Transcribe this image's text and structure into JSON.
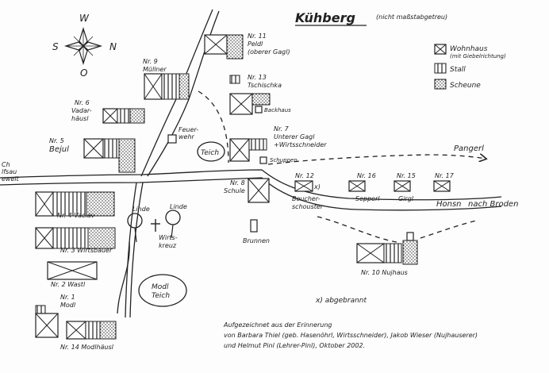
{
  "title": "Kühberg",
  "title_note": "(nicht maßstabgetreu)",
  "compass": {
    "n": "N",
    "s": "S",
    "w": "W",
    "o": "O"
  },
  "legend": {
    "wohnhaus": "Wohnhaus",
    "wohnhaus_note": "(mit Giebelrichtung)",
    "stall": "Stall",
    "scheune": "Scheune"
  },
  "roads": {
    "west_1": "Ch",
    "west_2": "lfsau",
    "west_3": "ewelt",
    "pangerl": "Pangerl",
    "east": "nach Broden"
  },
  "houses": {
    "nr11_a": "Nr. 11",
    "nr11_b": "Peldl",
    "nr11_c": "(oberer Gagl)",
    "nr9_a": "Nr. 9",
    "nr9_b": "Müllner",
    "nr13_a": "Nr. 13",
    "nr13_b": "Tschischka",
    "backhaus": "Backhaus",
    "nr6_a": "Nr. 6",
    "nr6_b": "Vadar-",
    "nr6_c": "häusl",
    "feuerwehr_a": "Feuer-",
    "feuerwehr_b": "wehr",
    "teich": "Teich",
    "nr7_a": "Nr. 7",
    "nr7_b": "Unterer Gagl",
    "nr7_c": "+Wirtsschneider",
    "nr5_a": "Nr. 5",
    "nr5_b": "Bejul",
    "schuppen": "Schuppen",
    "nr8_a": "Nr. 8",
    "nr8_b": "Schule",
    "nr12_a": "Nr. 12",
    "nr12_mark": "x)",
    "nr12_b": "Boucher-",
    "nr12_c": "schouster",
    "nr16_a": "Nr. 16",
    "nr16_b": "Sepperl",
    "nr15_a": "Nr. 15",
    "nr15_b": "Girgl",
    "nr17_a": "Nr. 17",
    "nr17_b": "Honsn",
    "nr4": "Nr. 4  Vaclav",
    "linde_1": "Linde",
    "linde_2": "Linde",
    "wirtskreuz_a": "Wirts-",
    "wirtskreuz_b": "kreuz",
    "brunnen": "Brunnen",
    "nr3": "Nr. 3  Wirtsbauer",
    "nr2": "Nr. 2  Wastl",
    "nr10": "Nr. 10  Nujhaus",
    "modlteich_a": "Modl",
    "modlteich_b": "Teich",
    "nr1_a": "Nr. 1",
    "nr1_b": "Modl",
    "nr14": "Nr. 14  Modlhäusl"
  },
  "footnote": "x) abgebrannt",
  "credits": {
    "line1": "Aufgezeichnet aus der Erinnerung",
    "line2": "von Barbara Thiel (geb. Hasenöhrl, Wirtsschneider), Jakob Wieser (Nujhauserer)",
    "line3": "und Helmut Pinl (Lehrer-Pinl), Oktober 2002."
  }
}
